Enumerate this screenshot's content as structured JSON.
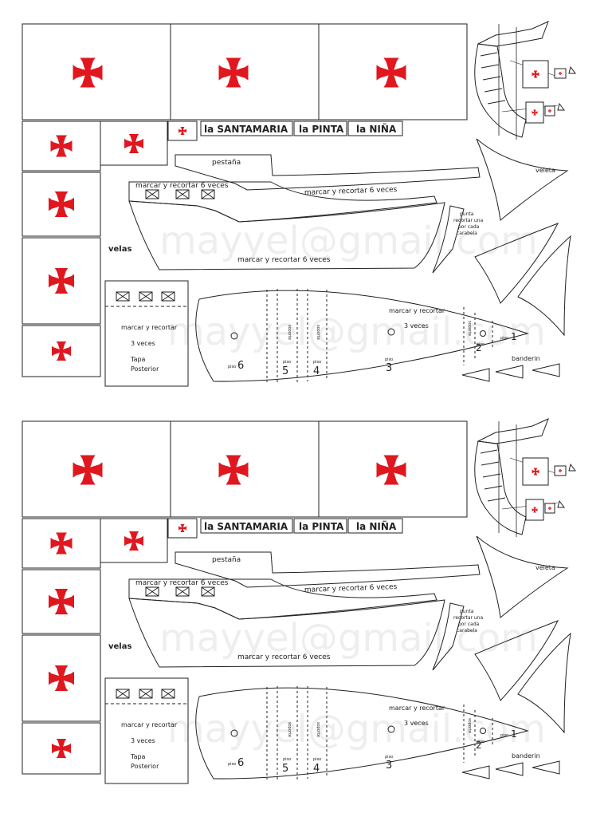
{
  "page": {
    "watermark": "mayyel@gmail.com"
  },
  "colors": {
    "cross": "#e0171f",
    "line": "#222222",
    "paper": "#ffffff"
  },
  "sheets": [
    {
      "ship_names": [
        "la SANTAMARIA",
        "la PINTA",
        "la NIÑA"
      ],
      "pestana": "pestaña",
      "hull_instructions": [
        "marcar y recortar 6 veces",
        "marcar y recortar 6 veces",
        "marcar y recortar 6 veces"
      ],
      "velas": "velas",
      "veleta": "veleta",
      "punta_note": [
        "punta",
        "recortar una",
        "por cada",
        "carabela"
      ],
      "tapa": {
        "line1": "marcar y recortar",
        "line2": "3 veces",
        "line3": "Tapa",
        "line4": "Posterior"
      },
      "deck": {
        "instr1": "marcar y recortar",
        "instr2": "3 veces",
        "small_label": "piso",
        "floors": [
          "6",
          "5",
          "4",
          "3",
          "2",
          "1"
        ],
        "banderin": "banderin",
        "side_text": "soporte"
      }
    },
    {
      "ship_names": [
        "la SANTAMARIA",
        "la PINTA",
        "la NIÑA"
      ],
      "pestana": "pestaña",
      "hull_instructions": [
        "marcar y recortar 6 veces",
        "marcar y recortar 6 veces",
        "marcar y recortar 6 veces"
      ],
      "velas": "velas",
      "veleta": "veleta",
      "punta_note": [
        "punta",
        "recortar una",
        "por cada",
        "carabela"
      ],
      "tapa": {
        "line1": "marcar y recortar",
        "line2": "3 veces",
        "line3": "Tapa",
        "line4": "Posterior"
      },
      "deck": {
        "instr1": "marcar y recortar",
        "instr2": "3 veces",
        "small_label": "piso",
        "floors": [
          "6",
          "5",
          "4",
          "3",
          "2",
          "1"
        ],
        "banderin": "banderin",
        "side_text": "soporte"
      }
    }
  ]
}
